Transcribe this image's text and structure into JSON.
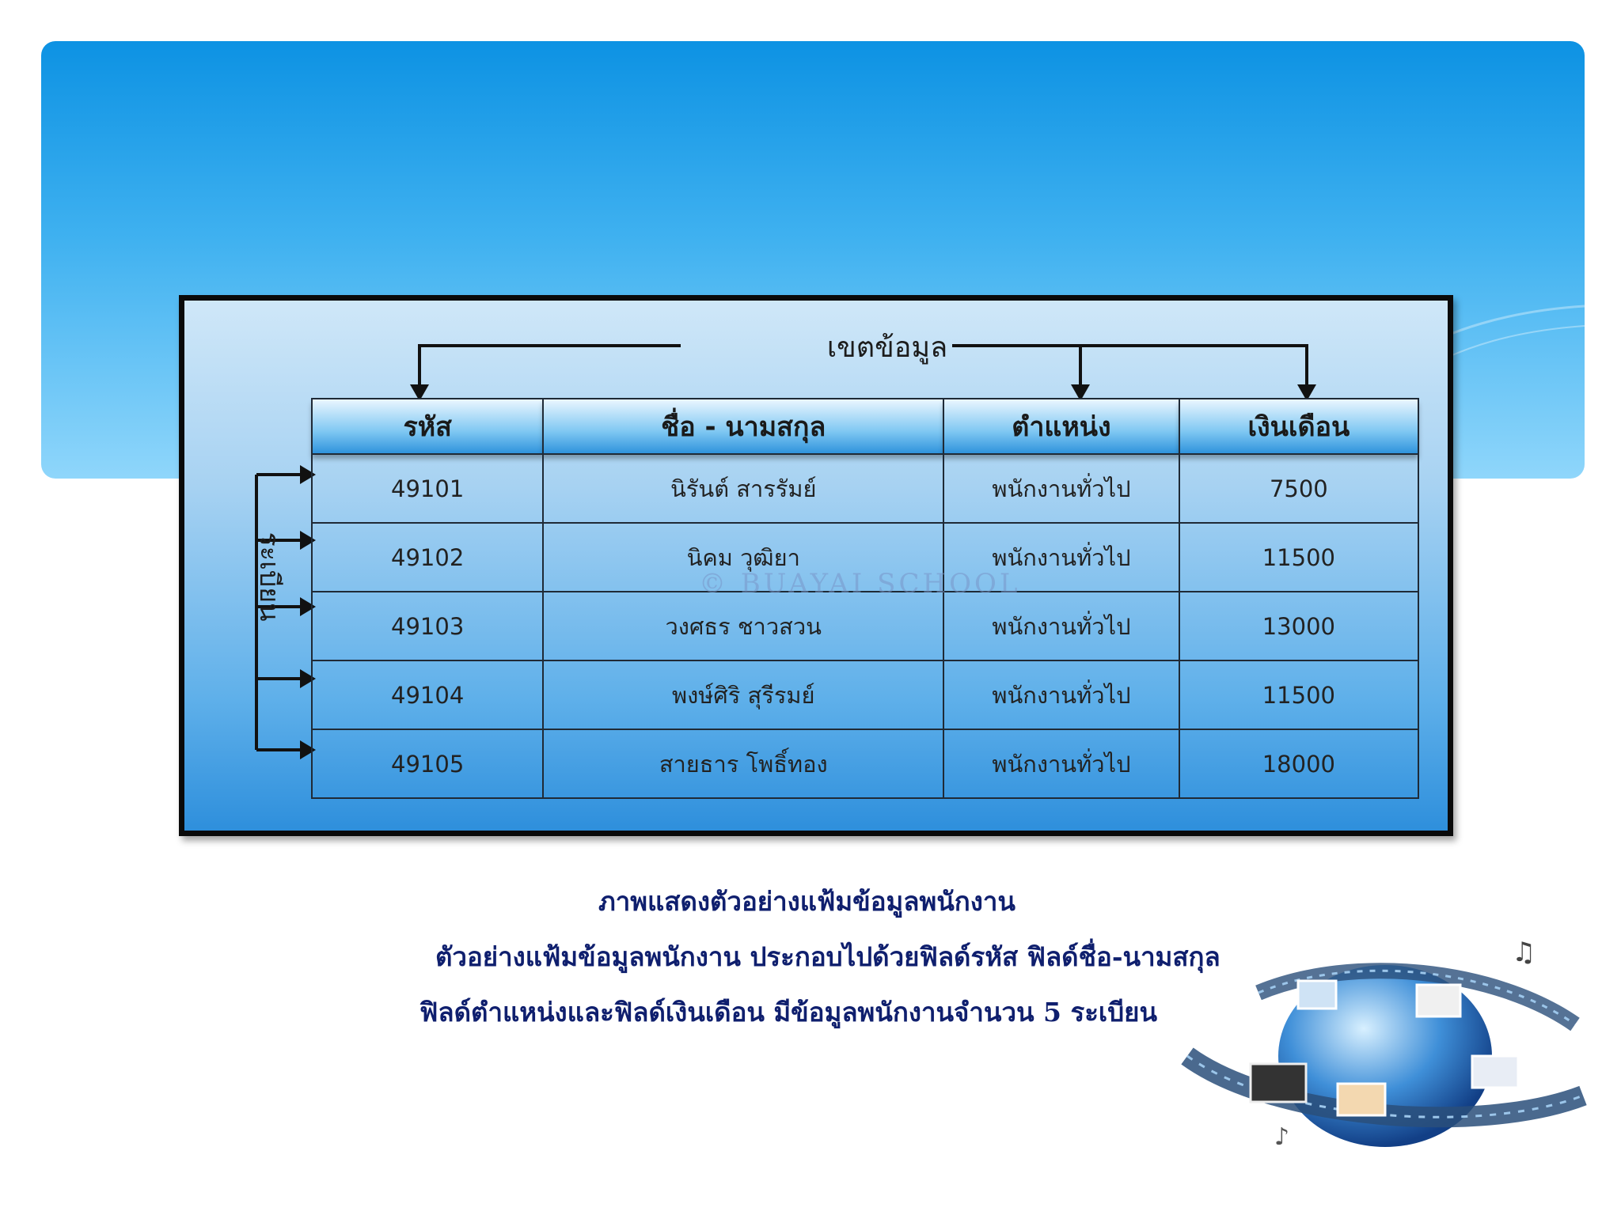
{
  "diagram": {
    "field_label": "เขตข้อมูล",
    "record_label": "ระเบียน",
    "watermark": "© BUAYAI SCHOOL",
    "columns": [
      "รหัส",
      "ชื่อ - นามสกุล",
      "ตำแหน่ง",
      "เงินเดือน"
    ],
    "rows": [
      [
        "49101",
        "นิรันต์ สารรัมย์",
        "พนักงานทั่วไป",
        "7500"
      ],
      [
        "49102",
        "นิคม วุฒิยา",
        "พนักงานทั่วไป",
        "11500"
      ],
      [
        "49103",
        "วงศธร ชาวสวน",
        "พนักงานทั่วไป",
        "13000"
      ],
      [
        "49104",
        "พงษ์ศิริ สุรีรมย์",
        "พนักงานทั่วไป",
        "11500"
      ],
      [
        "49105",
        "สายธาร โพธิ์ทอง",
        "พนักงานทั่วไป",
        "18000"
      ]
    ]
  },
  "caption": {
    "line1": "ภาพแสดงตัวอย่างแฟ้มข้อมูลพนักงาน",
    "line2": "ตัวอย่างแฟ้มข้อมูลพนักงาน ประกอบไปด้วยฟิลด์รหัส  ฟิลด์ชื่อ-นามสกุล",
    "line3": "ฟิลด์ตำแหน่งและฟิลด์เงินเดือน  มีข้อมูลพนักงานจำนวน  5  ระเบียน"
  },
  "colors": {
    "banner_top": "#0d92e3",
    "banner_bottom": "#8fd6fb",
    "caption_text": "#0f1f6e"
  },
  "decoration": {
    "image": "globe-filmstrip-illustration"
  }
}
